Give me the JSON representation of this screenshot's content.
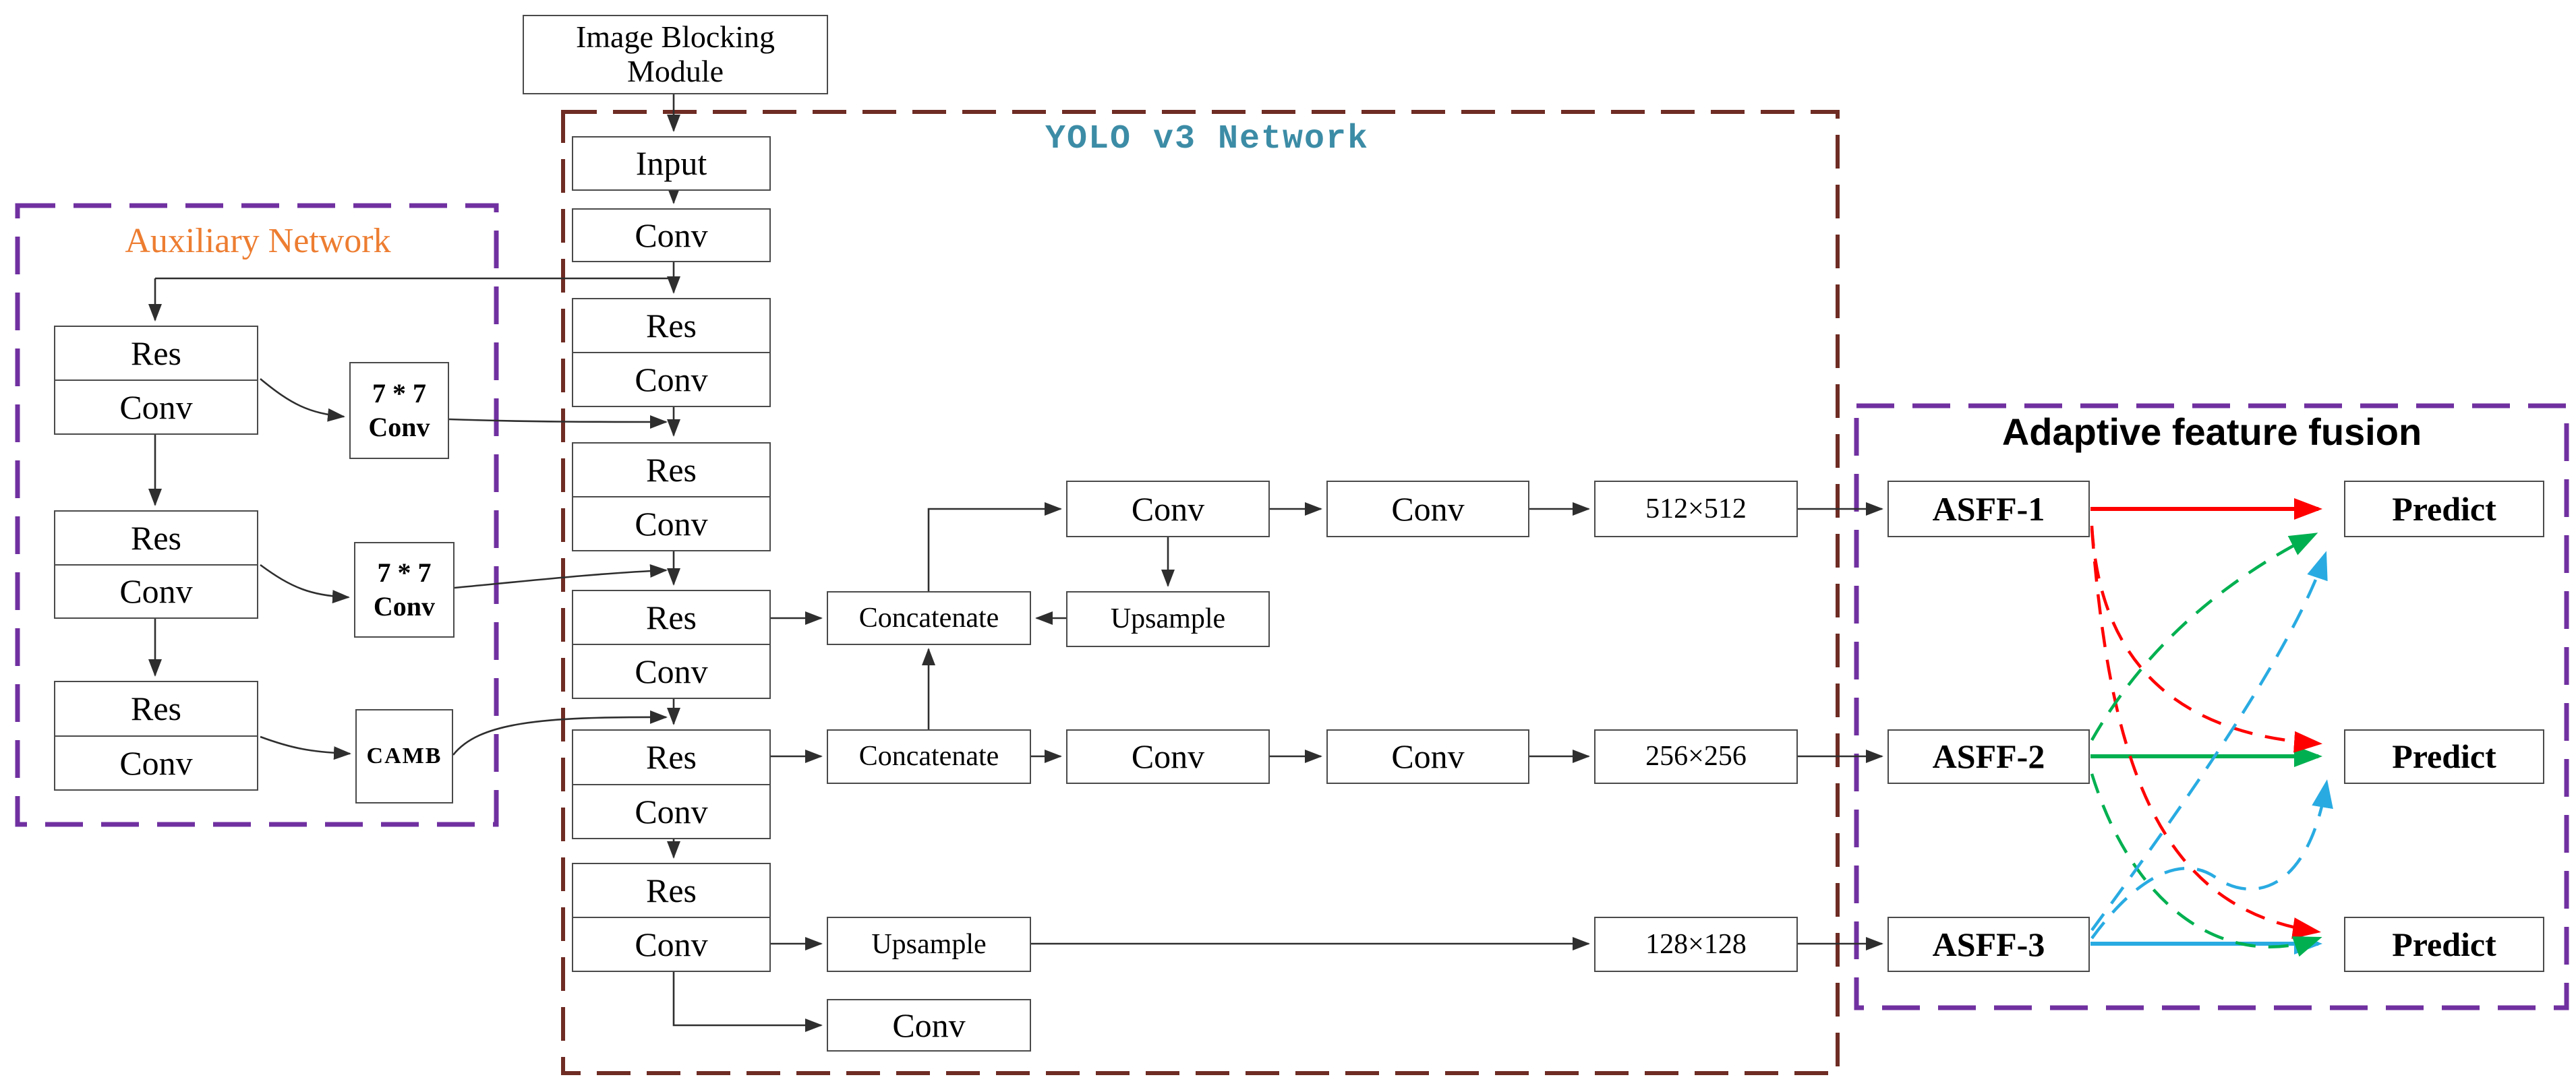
{
  "titles": {
    "image_blocking_line1": "Image Blocking",
    "image_blocking_line2": "Module",
    "yolo": "YOLO v3 Network",
    "aux": "Auxiliary Network",
    "fusion": "Adaptive feature fusion"
  },
  "labels": {
    "input": "Input",
    "conv": "Conv",
    "res": "Res",
    "concatenate": "Concatenate",
    "upsample": "Upsample",
    "scale512": "512×512",
    "scale256": "256×256",
    "scale128": "128×128",
    "asff1": "ASFF-1",
    "asff2": "ASFF-2",
    "asff3": "ASFF-3",
    "predict": "Predict",
    "seven_by_seven": "7 * 7",
    "seven_conv": "Conv",
    "camb": "CAMB"
  },
  "colors": {
    "box_border": "#4a4a4a",
    "arrow": "#2e2e2e",
    "yolo_border": "#6E2C24",
    "aux_border": "#7030A0",
    "fusion_border": "#7030A0",
    "yolo_title": "#3C8CA6",
    "aux_title": "#ED7D31",
    "red": "#FF0000",
    "green": "#00B050",
    "cyan": "#29ABE2"
  }
}
